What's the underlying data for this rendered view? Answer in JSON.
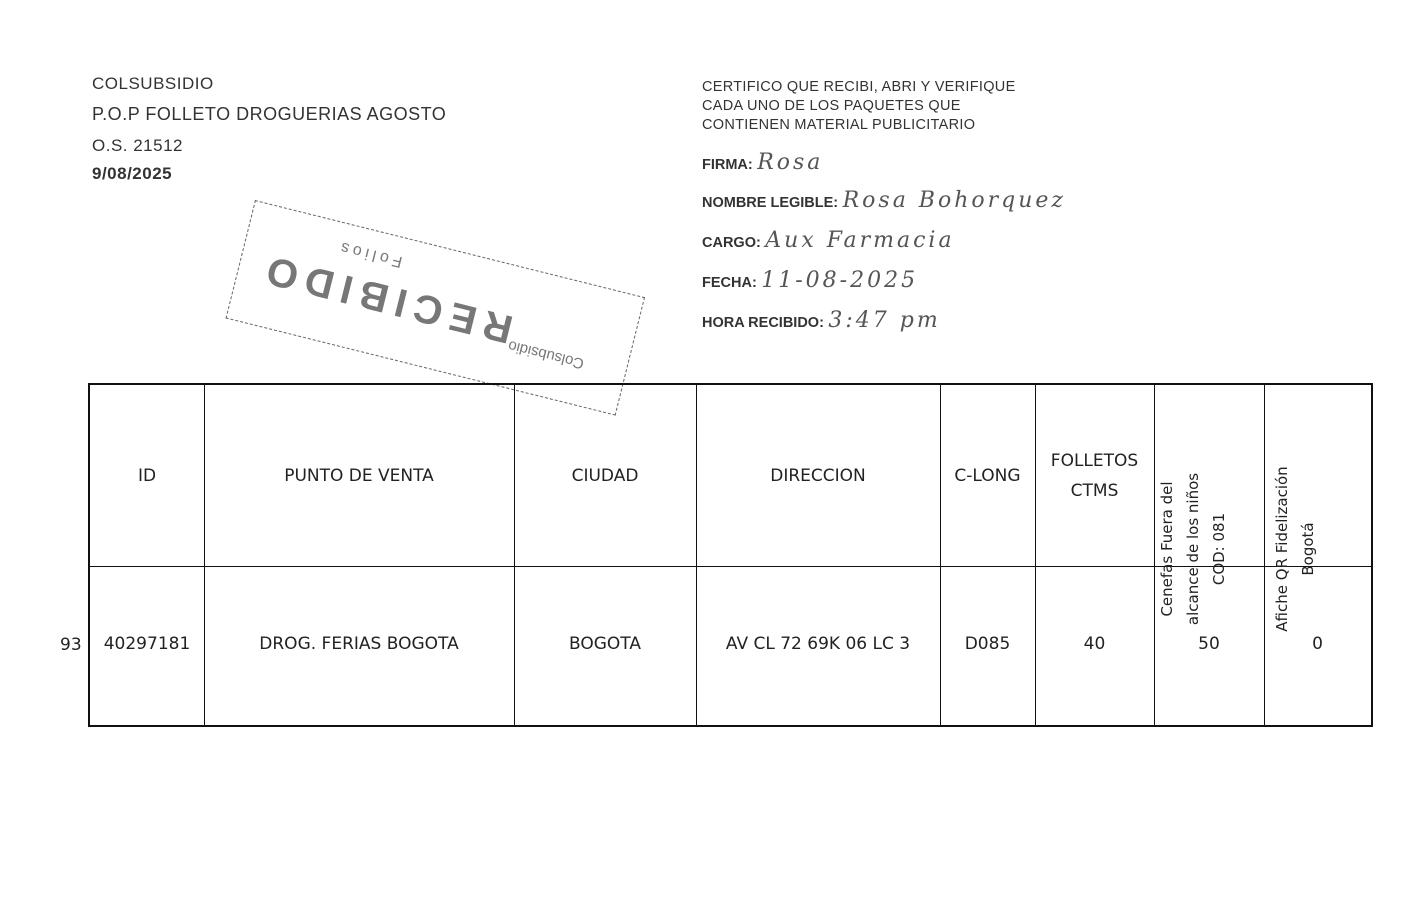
{
  "header": {
    "company": "COLSUBSIDIO",
    "title": "P.O.P FOLLETO DROGUERIAS AGOSTO",
    "order": "O.S. 21512",
    "date": "9/08/2025"
  },
  "certificate": {
    "lines": [
      "CERTIFICO QUE RECIBI, ABRI Y VERIFIQUE",
      "CADA  UNO DE LOS PAQUETES QUE",
      "CONTIENEN MATERIAL  PUBLICITARIO"
    ],
    "fields": [
      {
        "label": "FIRMA:",
        "value": "Rosa"
      },
      {
        "label": "NOMBRE LEGIBLE:",
        "value": "Rosa Bohorquez"
      },
      {
        "label": "CARGO:",
        "value": "Aux Farmacia"
      },
      {
        "label": "FECHA:",
        "value": "11-08-2025"
      },
      {
        "label": "HORA RECIBIDO:",
        "value": "3:47 pm"
      }
    ]
  },
  "stamp": {
    "main": "RECIBIDO",
    "folios": "Folios",
    "brand": "Colsubsidio"
  },
  "table": {
    "headers": [
      "ID",
      "PUNTO DE VENTA",
      "CIUDAD",
      "DIRECCION",
      "C-LONG",
      "FOLLETOS CTMS",
      "Cenefas Fuera del alcance de los niños COD: 081",
      "Afiche QR Fidelización Bogotá"
    ],
    "row_number": "93",
    "rows": [
      [
        "40297181",
        "DROG. FERIAS BOGOTA",
        "BOGOTA",
        "AV CL 72 69K 06 LC 3",
        "D085",
        "40",
        "50",
        "0"
      ]
    ]
  }
}
